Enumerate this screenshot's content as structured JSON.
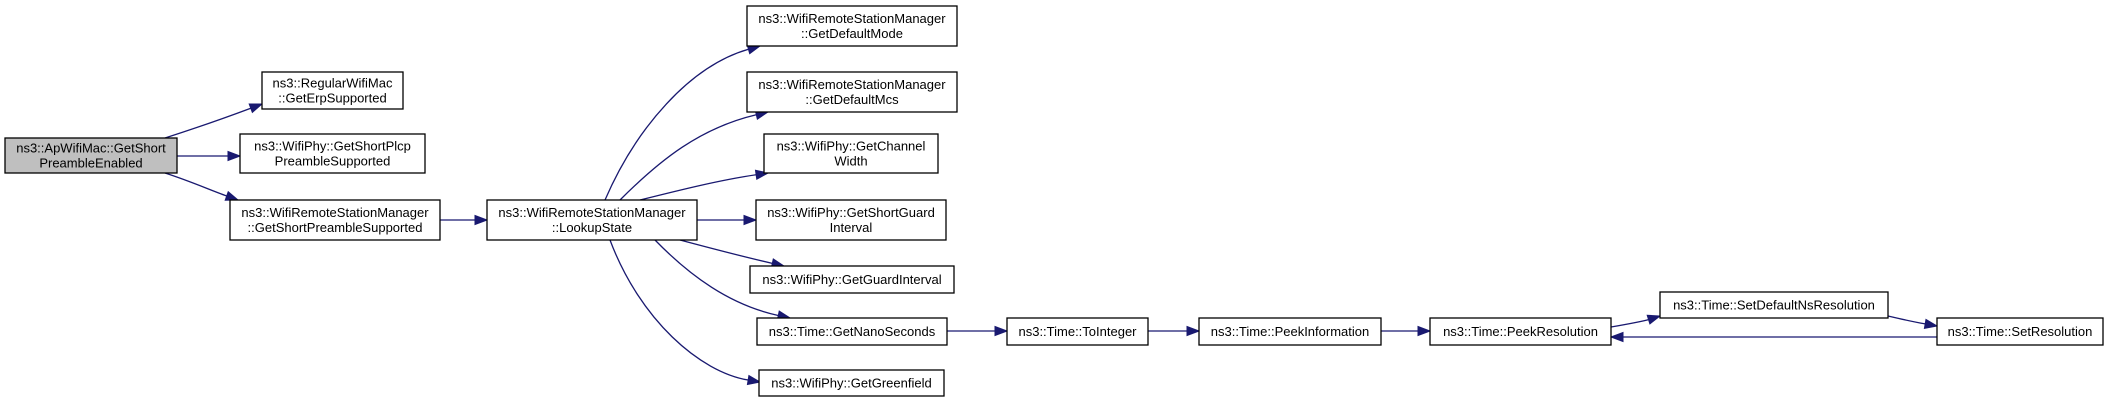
{
  "graph": {
    "nodes": [
      {
        "id": "n0",
        "lines": [
          "ns3::ApWifiMac::GetShort",
          "PreambleEnabled"
        ],
        "root": true
      },
      {
        "id": "n1",
        "lines": [
          "ns3::RegularWifiMac",
          "::GetErpSupported"
        ]
      },
      {
        "id": "n2",
        "lines": [
          "ns3::WifiPhy::GetShortPlcp",
          "PreambleSupported"
        ]
      },
      {
        "id": "n3",
        "lines": [
          "ns3::WifiRemoteStationManager",
          "::GetShortPreambleSupported"
        ]
      },
      {
        "id": "n4",
        "lines": [
          "ns3::WifiRemoteStationManager",
          "::LookupState"
        ]
      },
      {
        "id": "n5",
        "lines": [
          "ns3::WifiRemoteStationManager",
          "::GetDefaultMode"
        ]
      },
      {
        "id": "n6",
        "lines": [
          "ns3::WifiRemoteStationManager",
          "::GetDefaultMcs"
        ]
      },
      {
        "id": "n7",
        "lines": [
          "ns3::WifiPhy::GetChannel",
          "Width"
        ]
      },
      {
        "id": "n8",
        "lines": [
          "ns3::WifiPhy::GetShortGuard",
          "Interval"
        ]
      },
      {
        "id": "n9",
        "lines": [
          "ns3::WifiPhy::GetGuardInterval"
        ]
      },
      {
        "id": "n10",
        "lines": [
          "ns3::Time::GetNanoSeconds"
        ]
      },
      {
        "id": "n11",
        "lines": [
          "ns3::WifiPhy::GetGreenfield"
        ]
      },
      {
        "id": "n12",
        "lines": [
          "ns3::Time::ToInteger"
        ]
      },
      {
        "id": "n13",
        "lines": [
          "ns3::Time::PeekInformation"
        ]
      },
      {
        "id": "n14",
        "lines": [
          "ns3::Time::PeekResolution"
        ]
      },
      {
        "id": "n15",
        "lines": [
          "ns3::Time::SetDefaultNsResolution"
        ]
      },
      {
        "id": "n16",
        "lines": [
          "ns3::Time::SetResolution"
        ]
      }
    ],
    "edges": [
      [
        "n0",
        "n1"
      ],
      [
        "n0",
        "n2"
      ],
      [
        "n0",
        "n3"
      ],
      [
        "n3",
        "n4"
      ],
      [
        "n4",
        "n5"
      ],
      [
        "n4",
        "n6"
      ],
      [
        "n4",
        "n7"
      ],
      [
        "n4",
        "n8"
      ],
      [
        "n4",
        "n9"
      ],
      [
        "n4",
        "n10"
      ],
      [
        "n4",
        "n11"
      ],
      [
        "n10",
        "n12"
      ],
      [
        "n12",
        "n13"
      ],
      [
        "n13",
        "n14"
      ],
      [
        "n14",
        "n15"
      ],
      [
        "n15",
        "n16"
      ],
      [
        "n16",
        "n14"
      ]
    ]
  }
}
